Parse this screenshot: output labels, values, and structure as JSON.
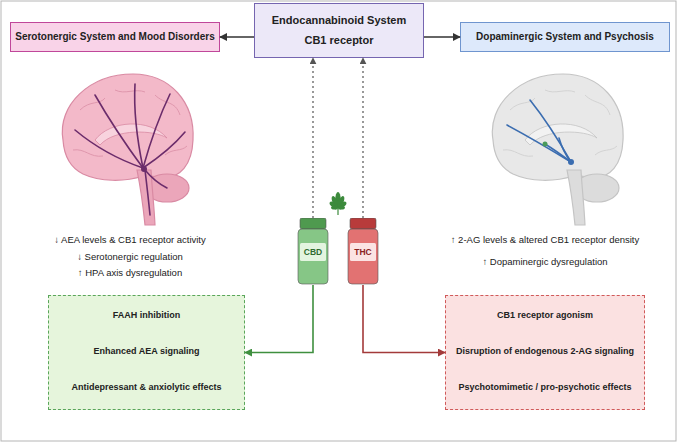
{
  "diagram": {
    "nodes": [
      {
        "text": [
          "Serotonergic System and Mood Disorders"
        ]
      },
      {
        "text": [
          "Endocannabinoid System",
          "CB1 receptor"
        ]
      },
      {
        "text": [
          "Dopaminergic System and Psychosis"
        ]
      },
      {
        "text": [
          "CBD"
        ]
      },
      {
        "text": [
          "THC"
        ]
      },
      {
        "text": [
          "FAAH inhibition",
          "Enhanced AEA signaling",
          "Antidepressant & anxiolytic effects"
        ]
      },
      {
        "text": [
          "CB1 receptor agonism",
          "Disruption of endogenous 2-AG signaling",
          "Psychotomimetic / pro-psychotic effects"
        ]
      }
    ],
    "edges": [
      {
        "from": 1,
        "to": 0,
        "arrow": "to"
      },
      {
        "from": 1,
        "to": 2,
        "arrow": "to"
      },
      {
        "from": 3,
        "to": 1,
        "arrow": "to"
      },
      {
        "from": 4,
        "to": 1,
        "arrow": "to"
      },
      {
        "from": 3,
        "to": 5,
        "arrow": "to"
      },
      {
        "from": 4,
        "to": 6,
        "arrow": "to"
      }
    ],
    "labels": [
      "↓ AEA levels & CB1 receptor activity",
      "↓ Serotonergic regulation",
      "↑ HPA axis dysregulation",
      "↑ 2-AG levels & altered CB1 receptor density",
      "↑ Dopaminergic dysregulation"
    ]
  }
}
